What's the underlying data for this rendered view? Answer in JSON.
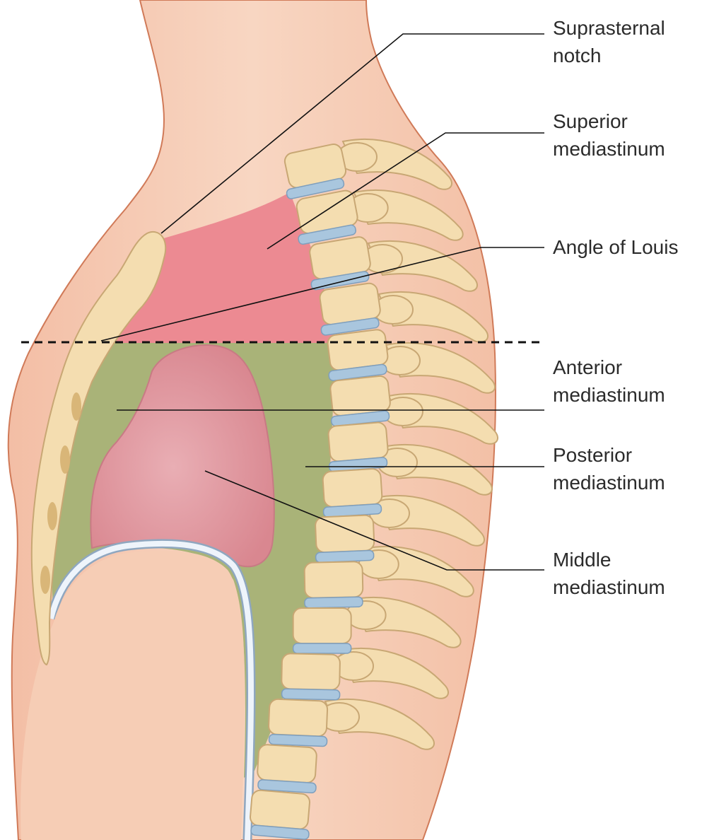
{
  "labels": {
    "suprasternal_notch": [
      "Suprasternal",
      "notch"
    ],
    "superior_mediastinum": [
      "Superior",
      "mediastinum"
    ],
    "angle_of_louis": [
      "Angle of Louis"
    ],
    "anterior_mediastinum": [
      "Anterior",
      "mediastinum"
    ],
    "posterior_mediastinum": [
      "Posterior",
      "mediastinum"
    ],
    "middle_mediastinum": [
      "Middle",
      "mediastinum"
    ]
  },
  "colors": {
    "skin": "#f6cdb5",
    "skin_outline": "#d07a58",
    "superior_region": "#ec8a92",
    "lower_region": "#a9b378",
    "heart": "#dc8f98",
    "diaphragm": "#c9dbee",
    "bone": "#f4ddb0",
    "bone_outline": "#c8a774",
    "disc": "#a9c6de",
    "leader_line": "#111111"
  }
}
